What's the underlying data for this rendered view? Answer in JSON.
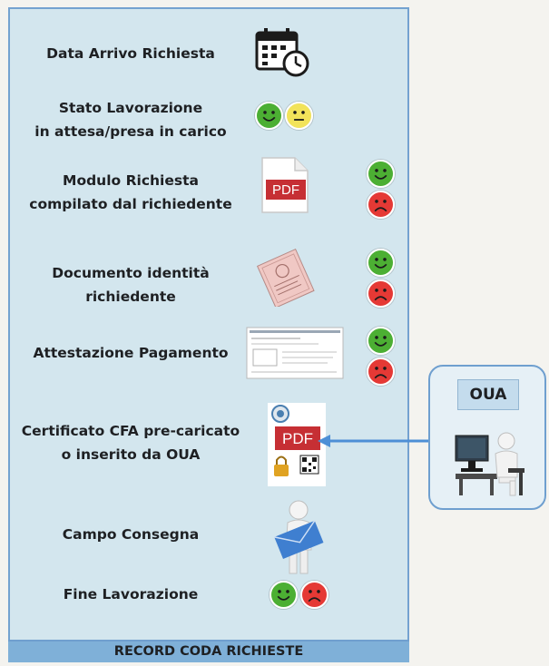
{
  "diagram": {
    "rows": [
      {
        "label_lines": [
          "Data Arrivo Richiesta"
        ],
        "icon": "calendar-clock-icon"
      },
      {
        "label_lines": [
          "Stato Lavorazione",
          "in attesa/presa in carico"
        ],
        "icon": "status-smileys",
        "smileys": [
          "happy",
          "neutral"
        ]
      },
      {
        "label_lines": [
          "Modulo Richiesta",
          "compilato dal richiedente"
        ],
        "icon": "pdf-icon",
        "pdf_text": "PDF",
        "smileys": [
          "happy",
          "sad"
        ]
      },
      {
        "label_lines": [
          "Documento identità",
          "richiedente"
        ],
        "icon": "id-document-icon",
        "smileys": [
          "happy",
          "sad"
        ]
      },
      {
        "label_lines": [
          "Attestazione Pagamento"
        ],
        "icon": "payment-receipt-icon",
        "smileys": [
          "happy",
          "sad"
        ]
      },
      {
        "label_lines": [
          "Certificato CFA pre-caricato",
          "o inserito da OUA"
        ],
        "icon": "certificate-pdf-icon",
        "pdf_text": "PDF"
      },
      {
        "label_lines": [
          "Campo Consegna"
        ],
        "icon": "delivery-person-icon"
      },
      {
        "label_lines": [
          "Fine Lavorazione"
        ],
        "icon": "status-smileys",
        "smileys": [
          "happy",
          "sad"
        ]
      }
    ],
    "footer": "RECORD CODA RICHIESTE",
    "oua": {
      "label": "OUA",
      "icon": "computer-user-icon"
    },
    "colors": {
      "panel": "#d2e6ee",
      "border": "#6f9fcf",
      "footer": "#7fb0d8",
      "happy": "#4caf33",
      "neutral": "#f2e35a",
      "sad": "#e53935",
      "pdf": "#c62f34",
      "arrow": "#4d8fd6"
    }
  }
}
